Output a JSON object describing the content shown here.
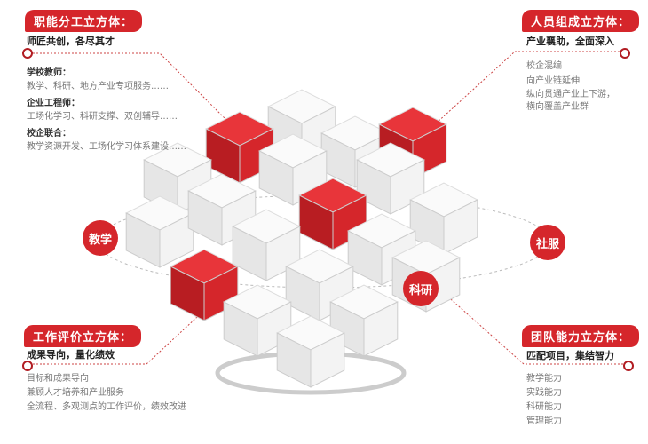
{
  "colors": {
    "accent": "#d5262b",
    "text": "#222222",
    "muted": "#777777"
  },
  "top_left": {
    "title": "职能分工立方体：",
    "subtitle": "师匠共创，各尽其才",
    "items": [
      {
        "head": "学校教师：",
        "body": "教学、科研、地方产业专项服务……"
      },
      {
        "head": "企业工程师：",
        "body": "工场化学习、科研支撑、双创辅导……"
      },
      {
        "head": "校企联合：",
        "body": "教学资源开发、工场化学习体系建设……"
      }
    ]
  },
  "top_right": {
    "title": "人员组成立方体：",
    "subtitle": "产业襄助，全面深入",
    "items": [
      "校企混编",
      "向产业链延伸",
      "纵向贯通产业上下游，",
      "横向覆盖产业群"
    ]
  },
  "bottom_left": {
    "title": "工作评价立方体：",
    "subtitle": "成果导向，量化绩效",
    "items": [
      "目标和成果导向",
      "兼顾人才培养和产业服务",
      "全流程、多观测点的工作评价，绩效改进"
    ]
  },
  "bottom_right": {
    "title": "团队能力立方体：",
    "subtitle": "匹配项目，集结智力",
    "items": [
      "教学能力",
      "实践能力",
      "科研能力",
      "管理能力"
    ]
  },
  "labels": {
    "teaching": "教学",
    "service": "社服",
    "research": "科研"
  }
}
